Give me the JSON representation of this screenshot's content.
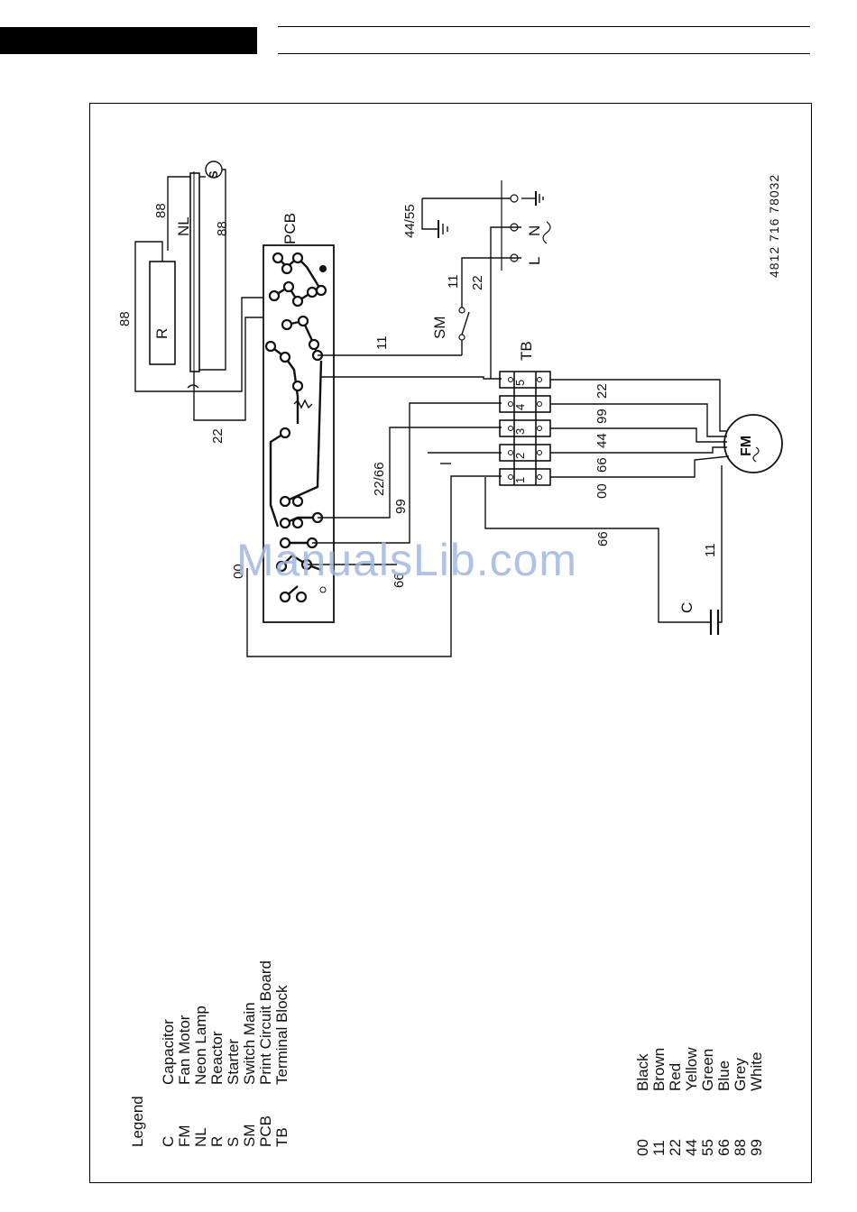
{
  "header": {},
  "diagram": {
    "part_number": "4812 716 78032",
    "labels": {
      "pcb": "PCB",
      "nl": "NL",
      "r": "R",
      "s": "S",
      "sm": "SM",
      "tb": "TB",
      "fm": "FM",
      "c": "C",
      "l": "L",
      "n": "N",
      "ground": "44/55"
    },
    "wire_numbers": [
      "88",
      "88",
      "88",
      "22",
      "11",
      "11",
      "22",
      "22/66",
      "99",
      "00",
      "66",
      "66",
      "11",
      "22",
      "99",
      "44",
      "66",
      "00"
    ],
    "terminal_numbers": [
      "1",
      "2",
      "3",
      "4",
      "5"
    ]
  },
  "legend": {
    "title": "Legend",
    "items": [
      {
        "code": "C",
        "name": "Capacitor"
      },
      {
        "code": "FM",
        "name": "Fan Motor"
      },
      {
        "code": "NL",
        "name": "Neon Lamp"
      },
      {
        "code": "R",
        "name": "Reactor"
      },
      {
        "code": "S",
        "name": "Starter"
      },
      {
        "code": "SM",
        "name": "Switch Main"
      },
      {
        "code": "PCB",
        "name": "Print Circuit Board"
      },
      {
        "code": "TB",
        "name": "Terminal Block"
      }
    ]
  },
  "colors": {
    "items": [
      {
        "code": "00",
        "name": "Black"
      },
      {
        "code": "11",
        "name": "Brown"
      },
      {
        "code": "22",
        "name": "Red"
      },
      {
        "code": "44",
        "name": "Yellow"
      },
      {
        "code": "55",
        "name": "Green"
      },
      {
        "code": "66",
        "name": "Blue"
      },
      {
        "code": "88",
        "name": "Grey"
      },
      {
        "code": "99",
        "name": "White"
      }
    ]
  },
  "watermark": "ManualsLib.com"
}
